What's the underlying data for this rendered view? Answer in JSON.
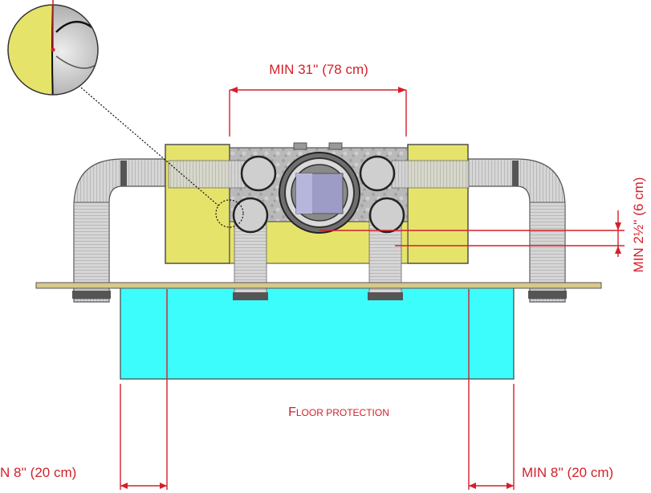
{
  "dimensions": {
    "top_width": "MIN 31'' (78 cm)",
    "side_height": "MIN 2½'' (6 cm)",
    "bottom_left": "N 8'' (20 cm)",
    "bottom_right": "MIN 8'' (20 cm)"
  },
  "floor_label": {
    "initial": "F",
    "rest": "LOOR PROTECTION"
  },
  "colors": {
    "dimension_red": "#d4202a",
    "panel_yellow": "#e6e36b",
    "floor_cyan": "#3dfcfc",
    "pipe_grey": "#c9c9c9",
    "hearth_plate": "#d8c98a"
  }
}
